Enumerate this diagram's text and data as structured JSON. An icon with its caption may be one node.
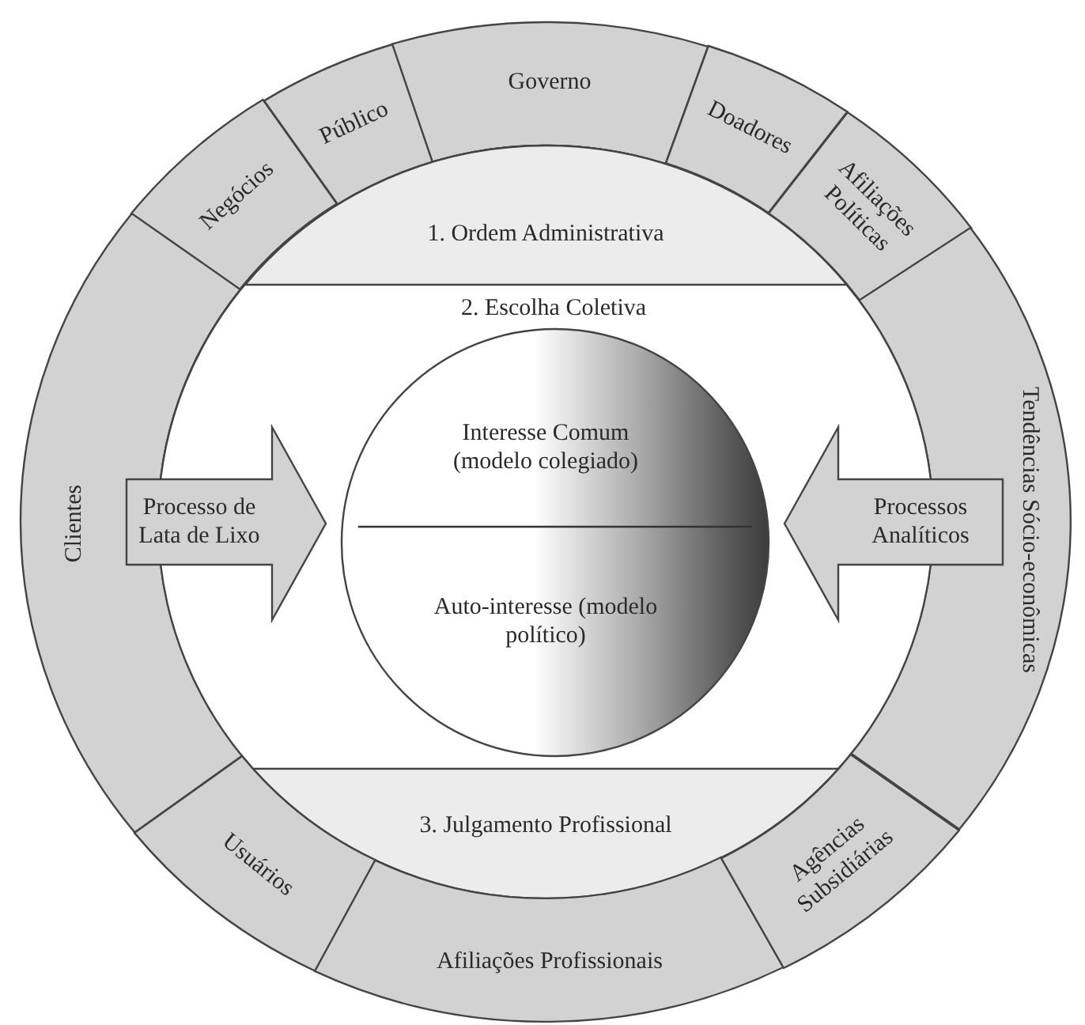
{
  "diagram": {
    "nodes": [
      {
        "text": [
          "Negócios"
        ]
      },
      {
        "text": [
          "Público"
        ]
      },
      {
        "text": [
          "Governo"
        ]
      },
      {
        "text": [
          "Doadores"
        ]
      },
      {
        "text": [
          "Afiliações Políticas"
        ]
      },
      {
        "text": [
          "Clientes"
        ]
      },
      {
        "text": [
          "Tendências Sócio-econômicas"
        ]
      },
      {
        "text": [
          "2. Escolha Coletiva"
        ]
      },
      {
        "text": [
          "1. Ordem Administrativa"
        ],
        "in": 7
      },
      {
        "text": [
          "Interesse Comum (modelo colegiado)",
          "Auto-interesse (modelo político)"
        ],
        "in": 7
      },
      {
        "text": [
          "Processo de Lata de Lixo"
        ]
      },
      {
        "text": [
          "Processos Analíticos"
        ]
      },
      {
        "text": [
          "3. Julgamento Profissional"
        ],
        "in": 7
      },
      {
        "text": [
          "Usuários"
        ]
      },
      {
        "text": [
          "Afiliações Profissionais"
        ]
      },
      {
        "text": [
          "Agências Subsidiárias"
        ]
      }
    ]
  }
}
